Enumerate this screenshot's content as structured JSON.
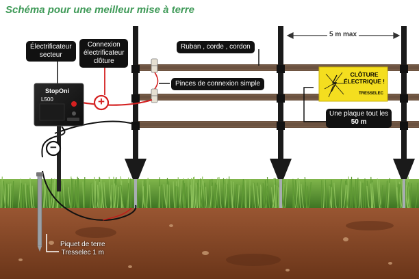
{
  "title": "Schéma pour une meilleur mise à terre",
  "labels": {
    "energizer": "Électrificateur\nsecteur",
    "connection": "Connexion\nélectrificateur\nclôture",
    "tape": "Ruban , corde , cordon",
    "clips": "Pinces de connexion simple",
    "plate": "Une plaque tout les",
    "plate_distance": "50 m",
    "ground_rod": "Piquet de terre\nTresselec 1 m",
    "spacing": "5 m max"
  },
  "device": {
    "brand": "StopOni",
    "model": "L500"
  },
  "sign": {
    "title": "CLÔTURE\nÉLECTRIQUE !",
    "brand": "TRESSELEC"
  },
  "symbols": {
    "plus": "+",
    "minus": "−"
  },
  "colors": {
    "title_green": "#3f9a58",
    "live_wire": "#d42020",
    "ground_wire": "#111111",
    "tape": "#6b5240",
    "sign_yellow": "#f4de1f",
    "soil": "#8a4a2b",
    "grass": "#4f8b2c"
  },
  "icons": [
    "plus-terminal-icon",
    "minus-terminal-icon",
    "lightning-broken-glass-icon",
    "double-arrow-icon"
  ]
}
